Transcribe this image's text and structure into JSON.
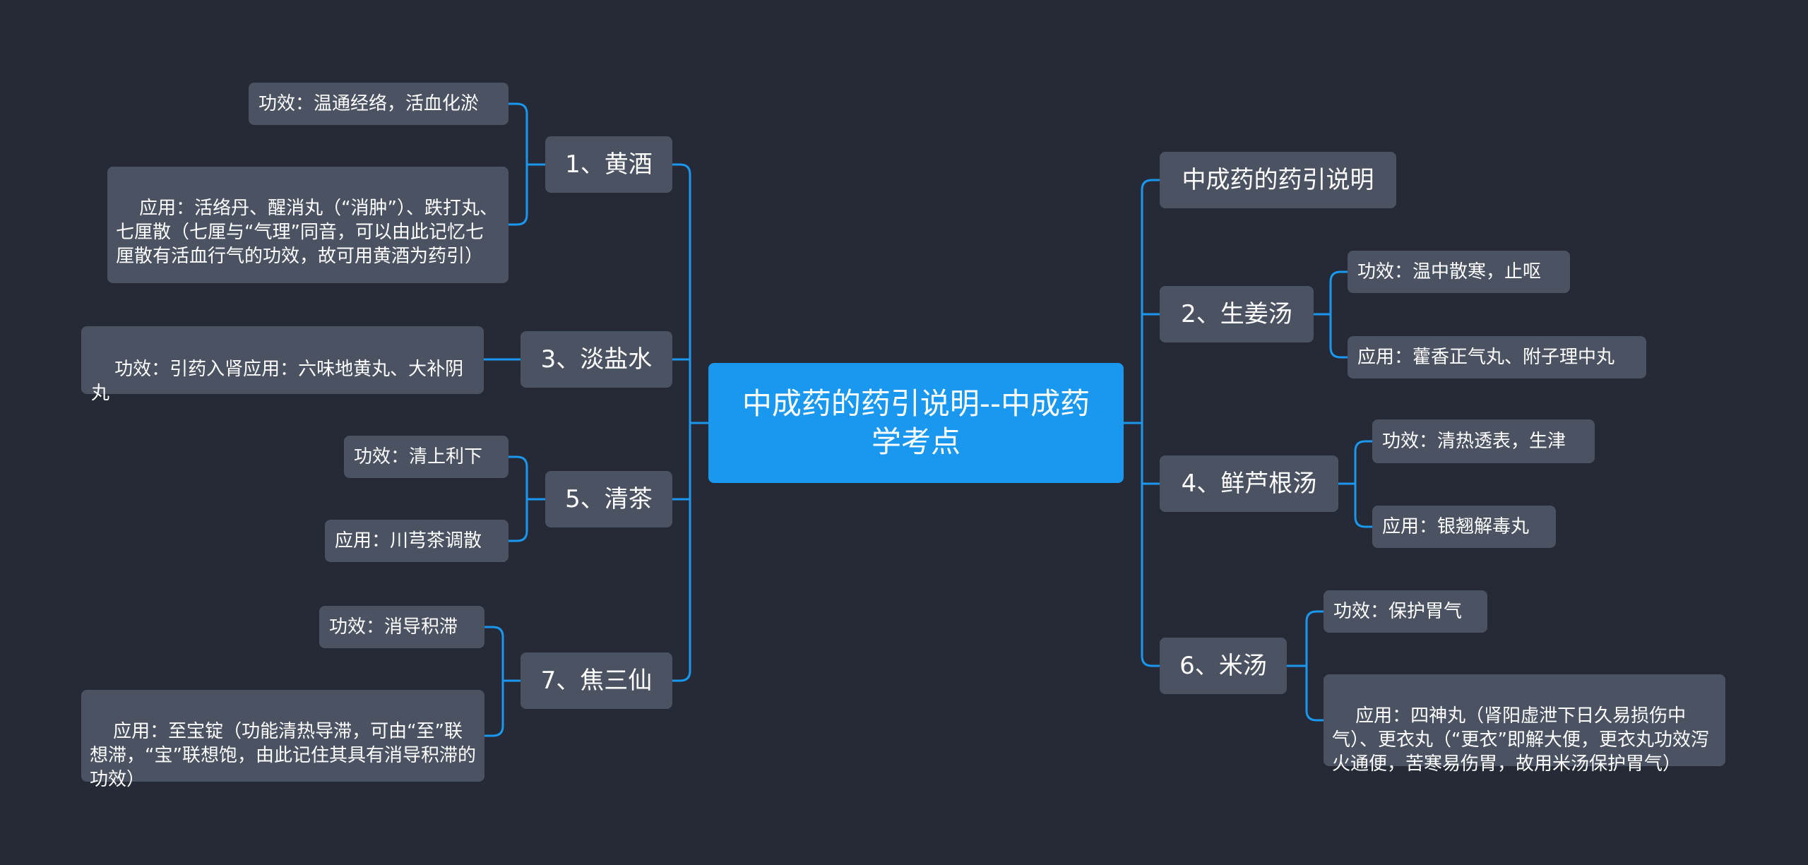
{
  "root": {
    "text": "中成药的药引说明--中成药学考点"
  },
  "left": [
    {
      "label": "1、黄酒",
      "children": [
        "功效：温通经络，活血化淤",
        "应用：活络丹、醒消丸（“消肿”）、跌打丸、七厘散（七厘与“气理”同音，可以由此记忆七厘散有活血行气的功效，故可用黄酒为药引）"
      ]
    },
    {
      "label": "3、淡盐水",
      "children": [
        "功效：引药入肾应用：六味地黄丸、大补阴丸"
      ]
    },
    {
      "label": "5、清茶",
      "children": [
        "功效：清上利下",
        "应用：川芎茶调散"
      ]
    },
    {
      "label": "7、焦三仙",
      "children": [
        "功效：消导积滞",
        "应用：至宝锭（功能清热导滞，可由“至”联想滞，“宝”联想饱，由此记住其具有消导积滞的功效）"
      ]
    }
  ],
  "right": [
    {
      "label": "中成药的药引说明",
      "children": []
    },
    {
      "label": "2、生姜汤",
      "children": [
        "功效：温中散寒，止呕",
        "应用：藿香正气丸、附子理中丸"
      ]
    },
    {
      "label": "4、鲜芦根汤",
      "children": [
        "功效：清热透表，生津",
        "应用：银翘解毒丸"
      ]
    },
    {
      "label": "6、米汤",
      "children": [
        "功效：保护胃气",
        "应用：四神丸（肾阳虚泄下日久易损伤中气）、更衣丸（“更衣”即解大便，更衣丸功效泻火通便，苦寒易伤胃，故用米汤保护胃气）"
      ]
    }
  ],
  "colors": {
    "background": "#252a36",
    "root": "#1a97ee",
    "node": "#4b5261",
    "line": "#1a97ee",
    "text": "#ffffff"
  }
}
